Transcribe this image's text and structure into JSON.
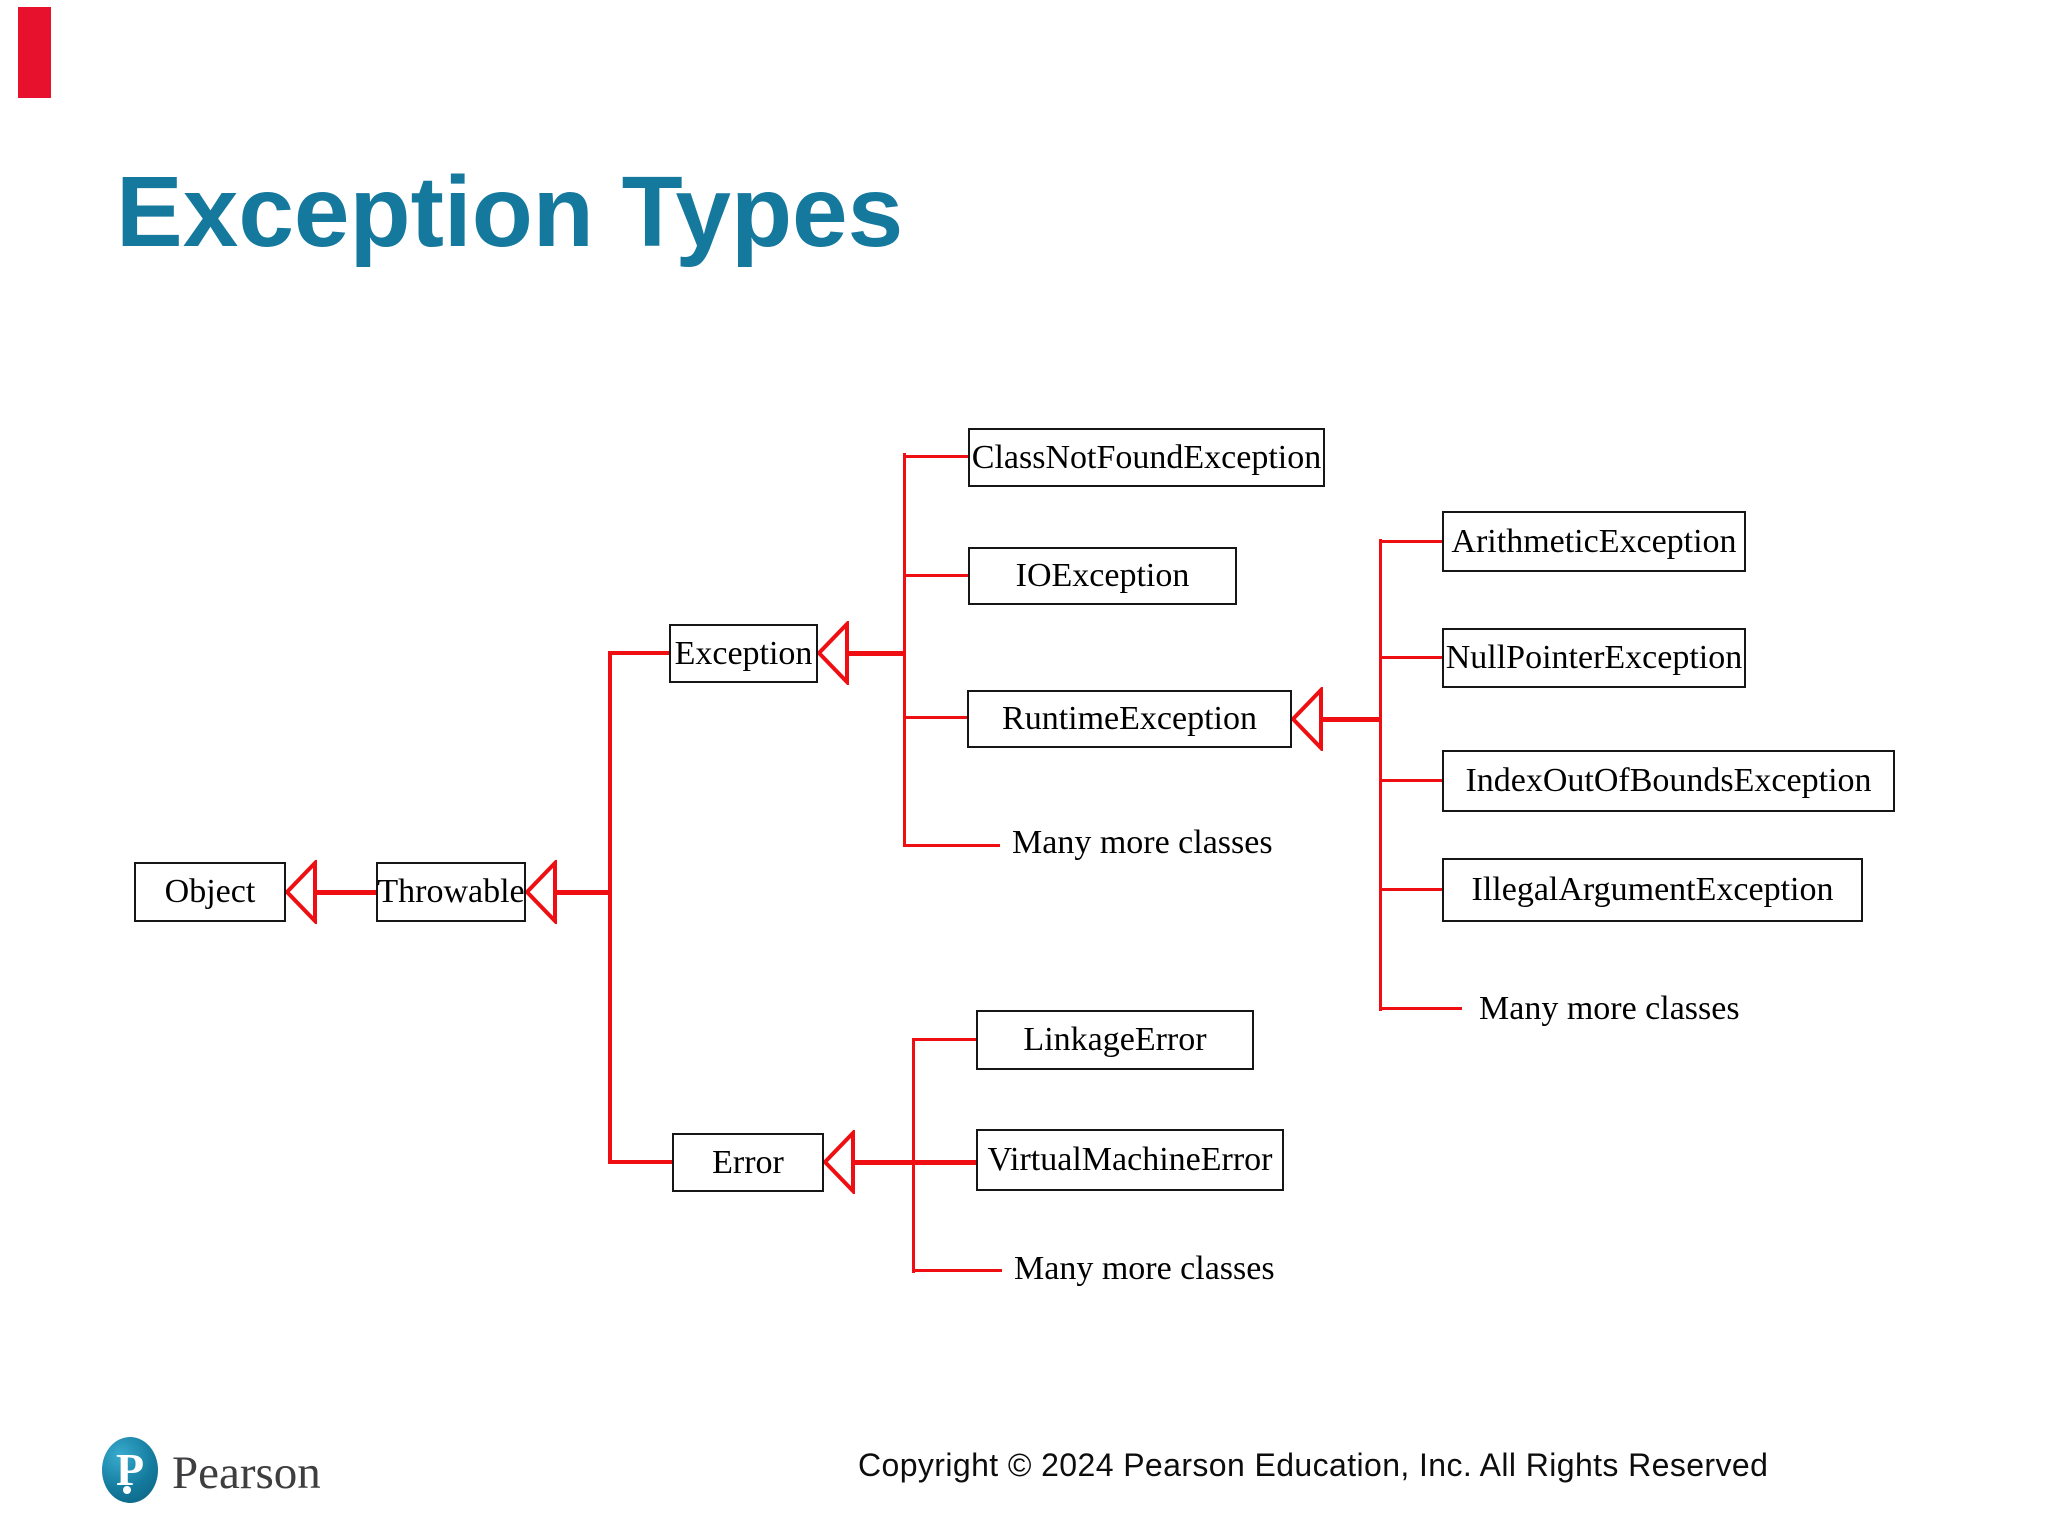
{
  "title": {
    "text": "Exception Types",
    "color": "#15799e"
  },
  "accent_bar_color": "#e8112d",
  "diagram": {
    "line_color": "#ef0e11",
    "box_border_color": "#161616",
    "nodes": {
      "object": "Object",
      "throwable": "Throwable",
      "exception": "Exception",
      "error": "Error",
      "class_not_found": "ClassNotFoundException",
      "io_exception": "IOException",
      "runtime_exception": "RuntimeException",
      "arithmetic": "ArithmeticException",
      "null_pointer": "NullPointerException",
      "index_out_of_bounds": "IndexOutOfBoundsException",
      "illegal_argument": "IllegalArgumentException",
      "linkage_error": "LinkageError",
      "virtual_machine_error": "VirtualMachineError",
      "many_more_exception": "Many more classes",
      "many_more_runtime": "Many more classes",
      "many_more_error": "Many more classes"
    }
  },
  "footer": {
    "logo_text": "Pearson",
    "logo_mark_letter": "P",
    "copyright": "Copyright © 2024 Pearson Education, Inc. All Rights Reserved"
  }
}
